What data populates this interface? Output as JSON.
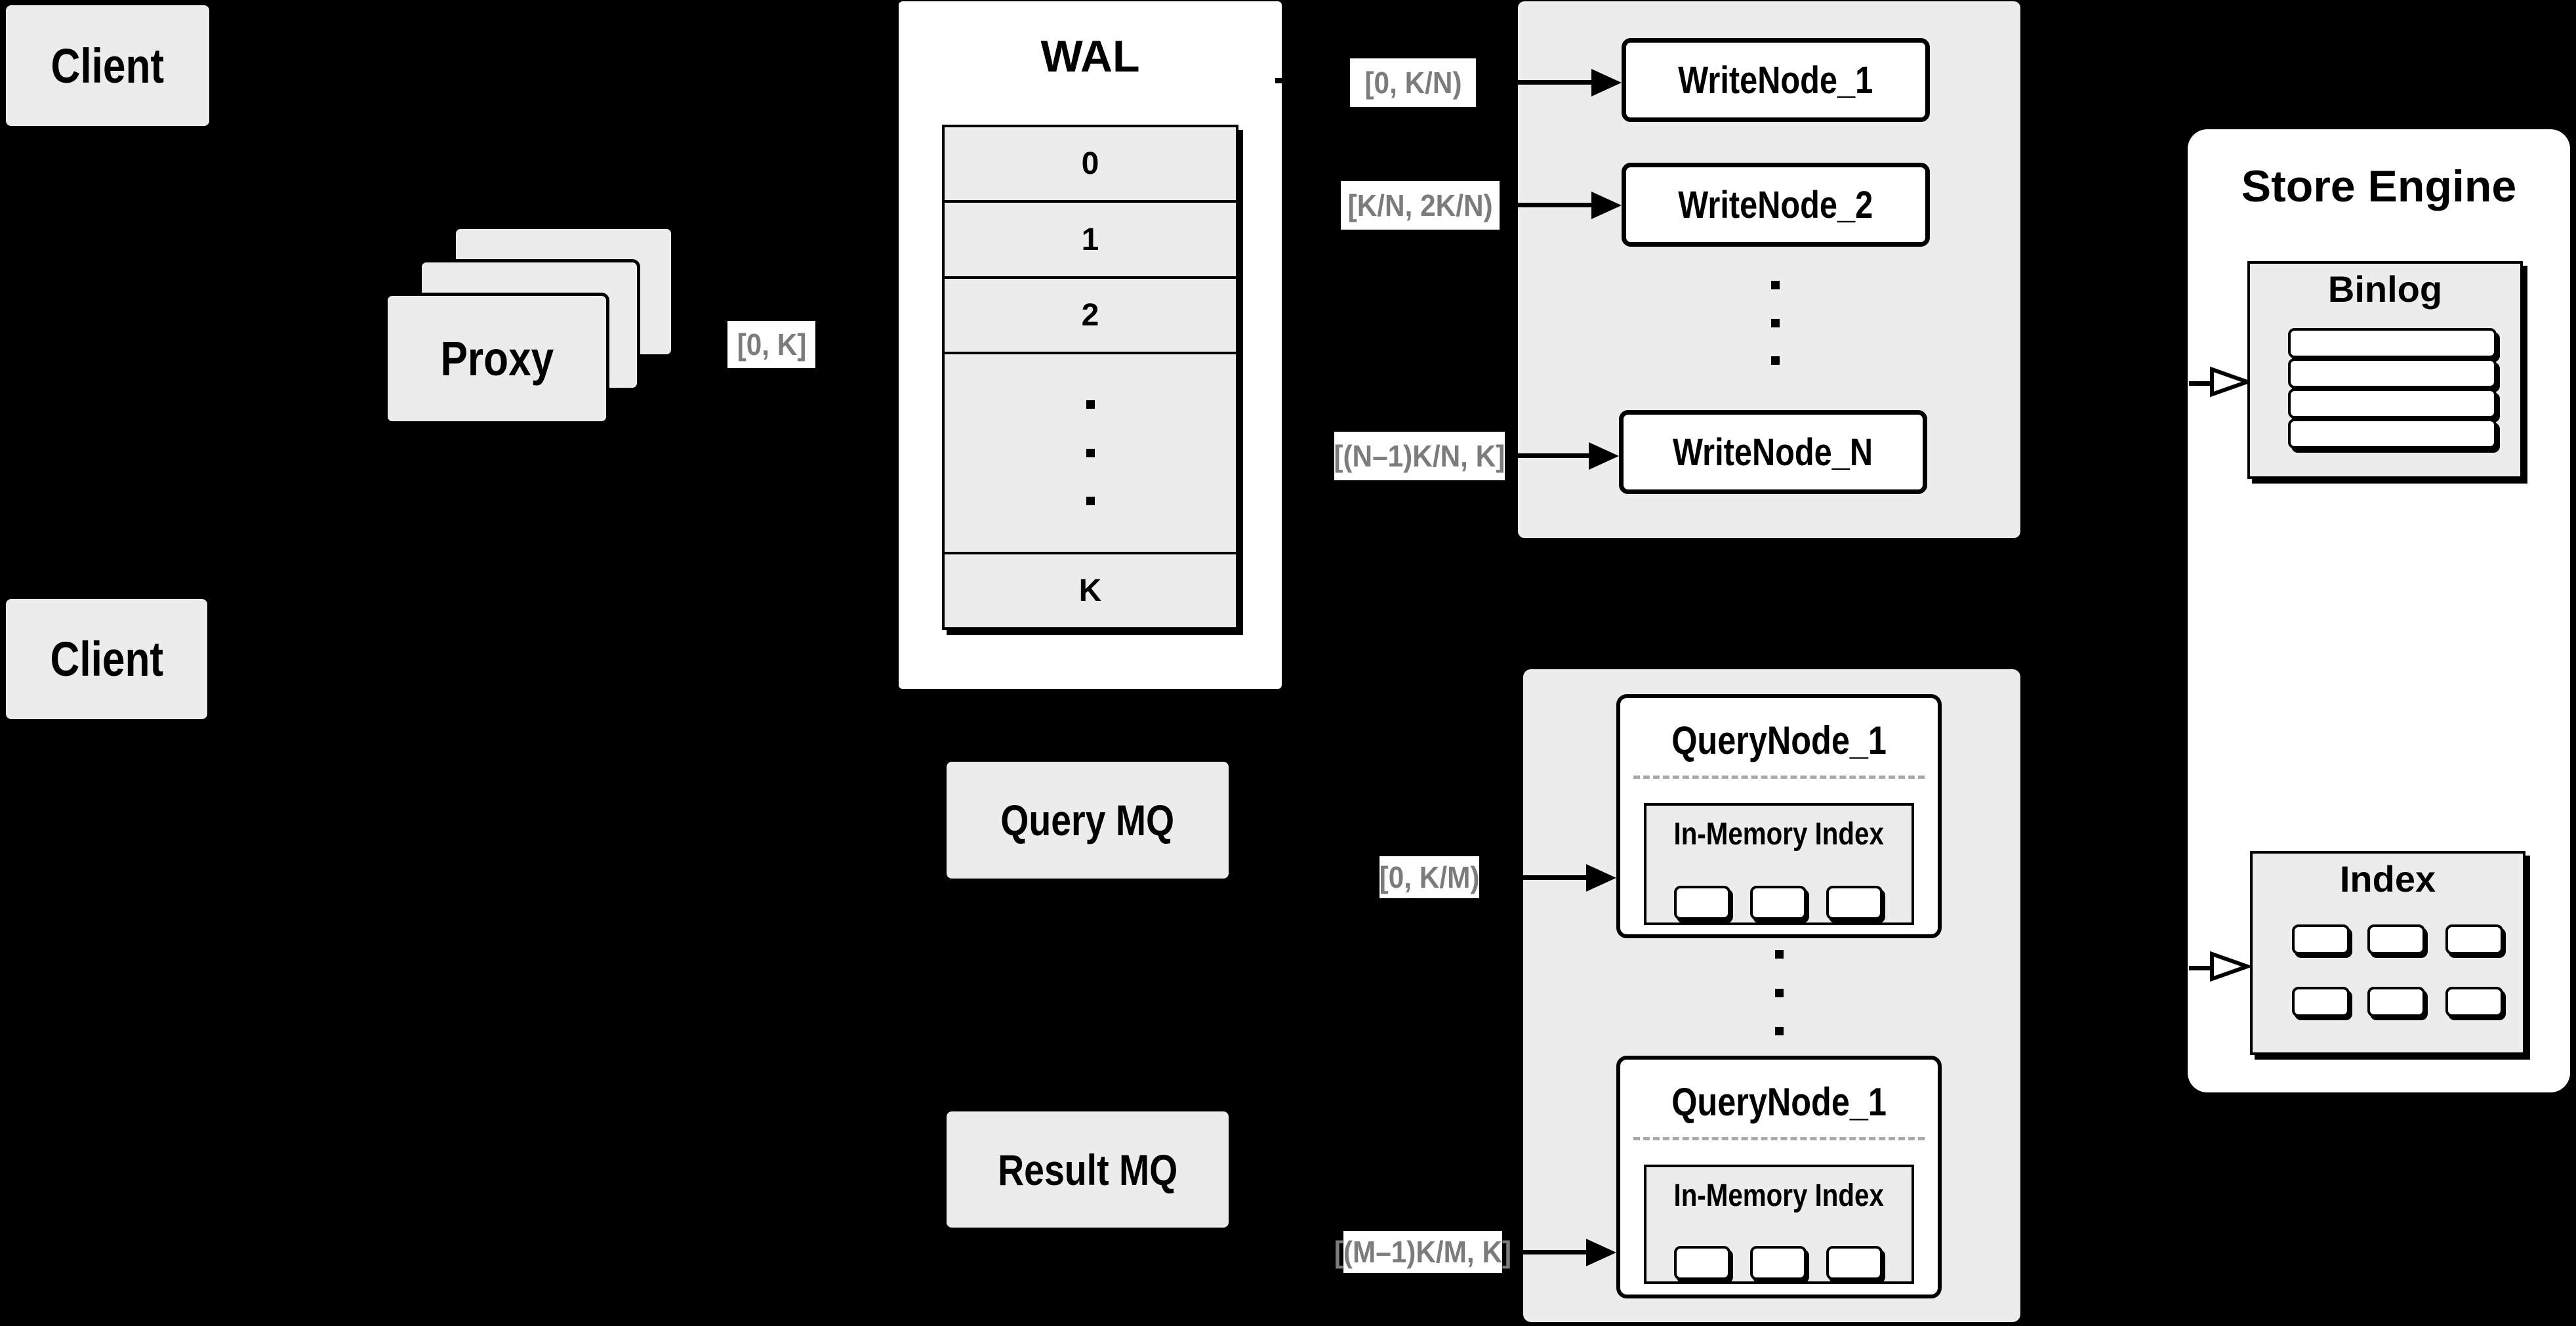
{
  "colors": {
    "background": "#000000",
    "panel_gray": "#ececec",
    "box_white": "#ffffff",
    "line_black": "#000000",
    "range_label_text": "#7c7c7c",
    "dashed_separator": "#a9a9a9"
  },
  "clients": {
    "top": "Client",
    "bottom": "Client"
  },
  "proxy": {
    "label": "Proxy"
  },
  "wal": {
    "title": "WAL",
    "segments": [
      "0",
      "1",
      "2",
      "K"
    ]
  },
  "write_path": {
    "full_range": "[0, K]",
    "ranges": [
      "[0,  K/N)",
      "[K/N, 2K/N)",
      "[(N–1)K/N,  K]"
    ],
    "nodes": [
      "WriteNode_1",
      "WriteNode_2",
      "WriteNode_N"
    ]
  },
  "query_path": {
    "query_mq": "Query MQ",
    "result_mq": "Result MQ",
    "ranges": [
      "[0, K/M)",
      "[(M–1)K/M, K]"
    ],
    "nodes": [
      {
        "title": "QueryNode_1",
        "index_title": "In-Memory Index"
      },
      {
        "title": "QueryNode_1",
        "index_title": "In-Memory Index"
      }
    ]
  },
  "store_engine": {
    "title": "Store Engine",
    "binlog_title": "Binlog",
    "index_title": "Index"
  }
}
